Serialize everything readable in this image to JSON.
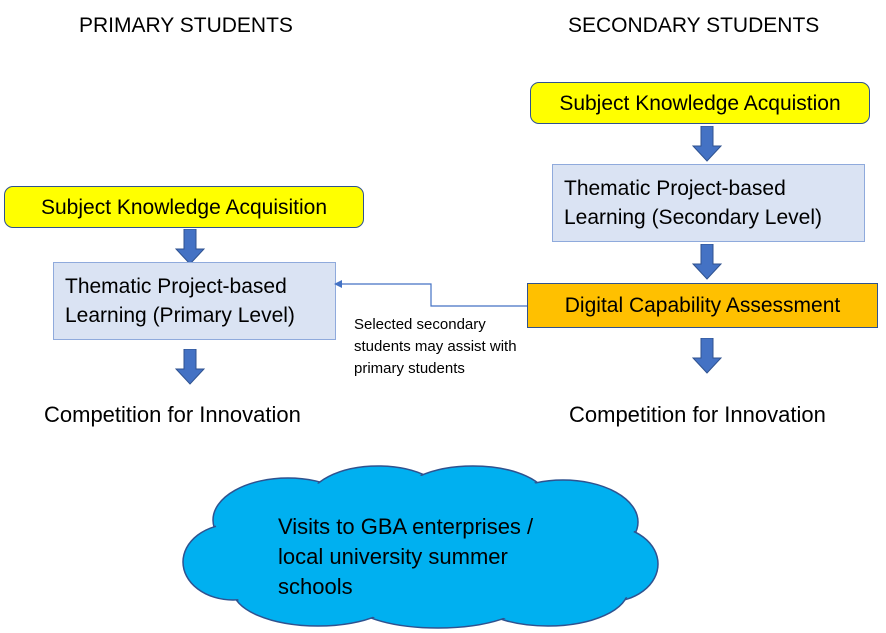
{
  "primary": {
    "heading": "PRIMARY STUDENTS",
    "knowledge": "Subject Knowledge Acquisition",
    "project": "Thematic Project-based Learning (Primary Level)",
    "result": "Competition for Innovation"
  },
  "secondary": {
    "heading": "SECONDARY STUDENTS",
    "knowledge": "Subject Knowledge Acquistion",
    "project": "Thematic Project-based Learning (Secondary Level)",
    "assessment": "Digital Capability Assessment",
    "result": "Competition for Innovation"
  },
  "connector_note": "Selected secondary students may assist with primary students",
  "cloud": "Visits to GBA enterprises / local university summer schools",
  "colors": {
    "knowledge_fill": "#ffff00",
    "project_fill": "#dae3f3",
    "assessment_fill": "#ffc000",
    "arrow_fill": "#4472c4",
    "cloud_fill": "#00b0f0"
  }
}
